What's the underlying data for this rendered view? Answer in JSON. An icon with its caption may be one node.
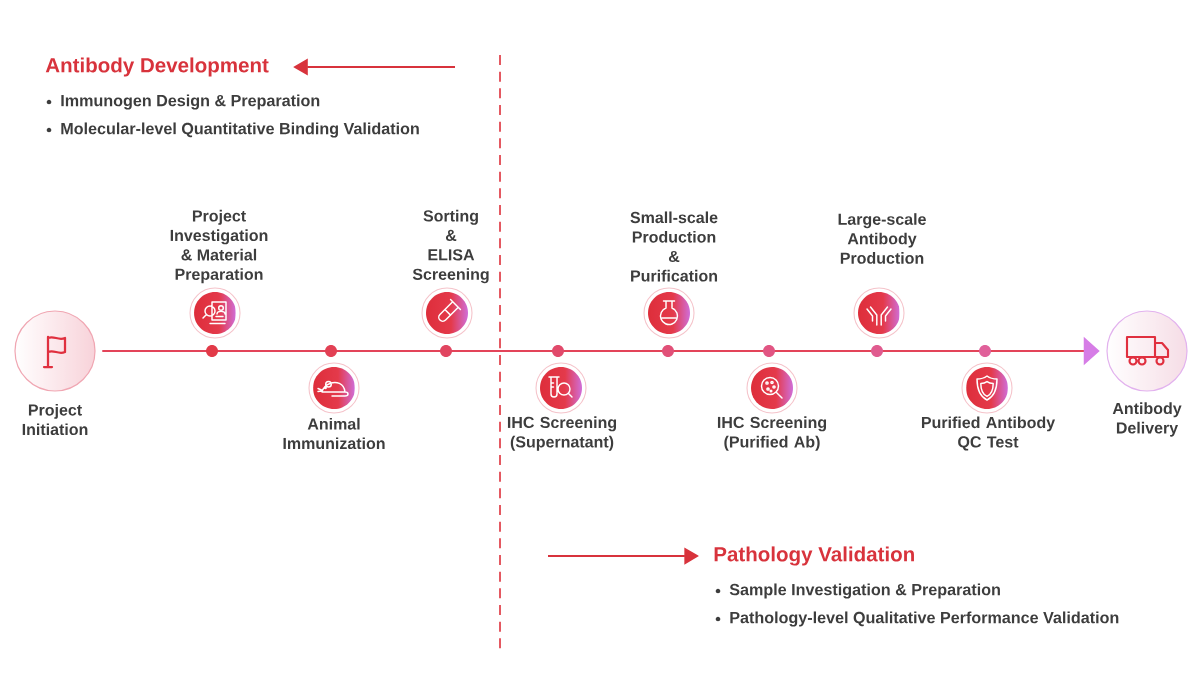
{
  "diagram": {
    "nodes": [
      {
        "text": [
          "Antibody Development",
          "Immunogen Design & Preparation",
          "Molecular-level Quantitative Binding Validation"
        ]
      },
      {
        "text": [
          "Project Initiation"
        ]
      },
      {
        "text": [
          "Project Investigation & Material Preparation"
        ]
      },
      {
        "text": [
          "Animal Immunization"
        ]
      },
      {
        "text": [
          "Sorting & ELISA Screening"
        ]
      },
      {
        "text": [
          "IHC Screening (Supernatant)"
        ]
      },
      {
        "text": [
          "Small-scale Production & Purification"
        ]
      },
      {
        "text": [
          "IHC Screening (Purified Ab)"
        ]
      },
      {
        "text": [
          "Large-scale Antibody Production"
        ]
      },
      {
        "text": [
          "Purified Antibody QC Test"
        ]
      },
      {
        "text": [
          "Antibody Delivery"
        ]
      },
      {
        "text": [
          "Pathology Validation",
          "Sample Investigation & Preparation",
          "Pathology-level Qualitative Performance Validation"
        ]
      }
    ],
    "edges": [
      {
        "from": 1,
        "to": 10,
        "arrow": "to"
      },
      {
        "from": null,
        "to": 0,
        "arrow": "to"
      },
      {
        "from": null,
        "to": 11,
        "arrow": "to"
      }
    ]
  }
}
